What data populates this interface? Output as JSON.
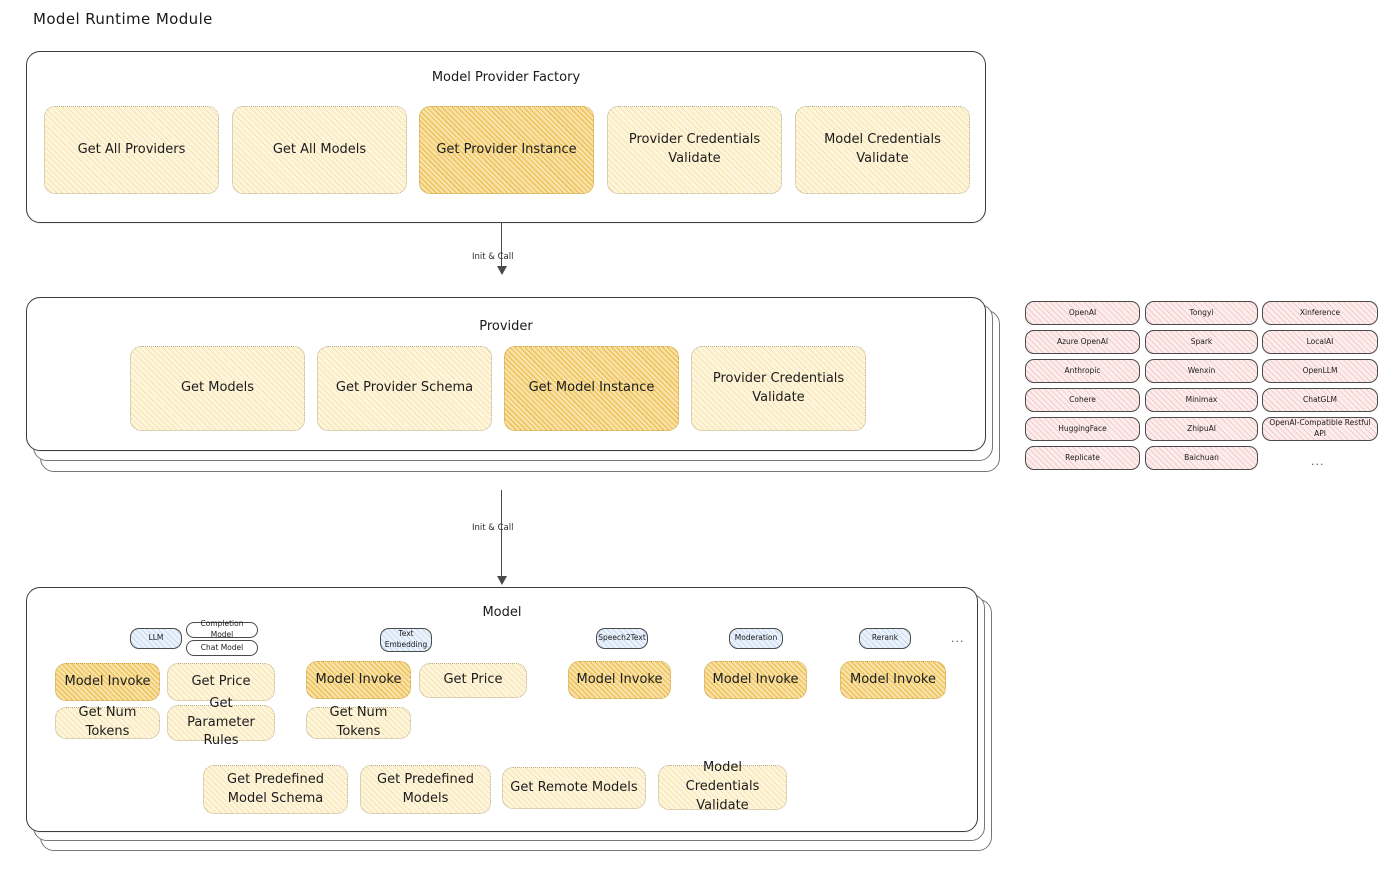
{
  "page": {
    "title": "Model Runtime Module"
  },
  "factory": {
    "title": "Model Provider Factory",
    "nodes": [
      {
        "label": "Get All Providers",
        "state": "normal"
      },
      {
        "label": "Get All Models",
        "state": "normal"
      },
      {
        "label": "Get Provider Instance",
        "state": "highlighted"
      },
      {
        "label": "Provider Credentials Validate",
        "state": "normal"
      },
      {
        "label": "Model Credentials Validate",
        "state": "normal"
      }
    ]
  },
  "arrow_top": {
    "label": "Init & Call"
  },
  "provider": {
    "title": "Provider",
    "nodes": [
      {
        "label": "Get Models",
        "state": "normal"
      },
      {
        "label": "Get Provider Schema",
        "state": "normal"
      },
      {
        "label": "Get Model Instance",
        "state": "highlighted"
      },
      {
        "label": "Provider Credentials Validate",
        "state": "normal"
      }
    ]
  },
  "arrow_bottom": {
    "label": "Init & Call"
  },
  "provider_list": {
    "columns": [
      {
        "items": [
          "OpenAI",
          "Azure OpenAI",
          "Anthropic",
          "Cohere",
          "HuggingFace",
          "Replicate"
        ]
      },
      {
        "items": [
          "Tongyi",
          "Spark",
          "Wenxin",
          "Minimax",
          "ZhipuAI",
          "Baichuan"
        ]
      },
      {
        "items": [
          "Xinference",
          "LocalAI",
          "OpenLLM",
          "ChatGLM",
          "OpenAI-Compatible Restful API"
        ]
      }
    ],
    "more": "..."
  },
  "model": {
    "title": "Model",
    "more": "...",
    "types": [
      {
        "tag": "LLM",
        "subtags": [
          "Completion Model",
          "Chat Model"
        ],
        "methods": [
          {
            "label": "Model Invoke",
            "state": "highlighted"
          },
          {
            "label": "Get Price",
            "state": "normal"
          },
          {
            "label": "Get Num Tokens",
            "state": "normal"
          },
          {
            "label": "Get Parameter Rules",
            "state": "normal"
          }
        ]
      },
      {
        "tag": "Text Embedding",
        "subtags": [],
        "methods": [
          {
            "label": "Model Invoke",
            "state": "highlighted"
          },
          {
            "label": "Get Price",
            "state": "normal"
          },
          {
            "label": "Get Num Tokens",
            "state": "normal"
          }
        ]
      },
      {
        "tag": "Speech2Text",
        "subtags": [],
        "methods": [
          {
            "label": "Model Invoke",
            "state": "highlighted"
          }
        ]
      },
      {
        "tag": "Moderation",
        "subtags": [],
        "methods": [
          {
            "label": "Model Invoke",
            "state": "highlighted"
          }
        ]
      },
      {
        "tag": "Rerank",
        "subtags": [],
        "methods": [
          {
            "label": "Model Invoke",
            "state": "highlighted"
          }
        ]
      }
    ],
    "shared_methods": [
      {
        "label": "Get Predefined Model Schema",
        "state": "normal"
      },
      {
        "label": "Get Predefined Models",
        "state": "normal"
      },
      {
        "label": "Get Remote Models",
        "state": "normal"
      },
      {
        "label": "Model Credentials Validate",
        "state": "normal"
      }
    ]
  },
  "colors": {
    "cream": "#fdf5de",
    "amber": "#f8e2a8",
    "rose": "#fdeeee",
    "blue": "#eaf2fb",
    "stroke": "#3d3d3d"
  }
}
